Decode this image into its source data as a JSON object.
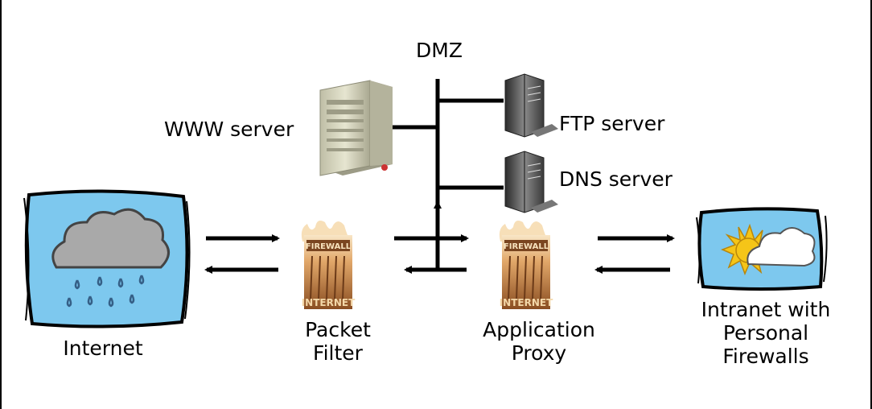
{
  "labels": {
    "dmz": "DMZ",
    "www_server": "WWW server",
    "ftp_server": "FTP server",
    "dns_server": "DNS server",
    "internet": "Internet",
    "packet_filter": [
      "Packet",
      "Filter"
    ],
    "application_proxy": [
      "Application",
      "Proxy"
    ],
    "intranet": [
      "Intranet with",
      "Personal",
      "Firewalls"
    ]
  },
  "firewall_icon_text": {
    "top": "FIREWALL",
    "bottom": "INTERNET"
  },
  "colors": {
    "sky_blue": "#7dc8ee",
    "cloud_gray": "#a9a9a9",
    "rain_blue": "#4f86b5",
    "sun_yellow": "#f5c518",
    "firewall_brown": "#a0622f",
    "flame_orange": "#f3d7a8",
    "server_beige": "#d9d8c2",
    "server_dark": "#3b3b3b"
  }
}
